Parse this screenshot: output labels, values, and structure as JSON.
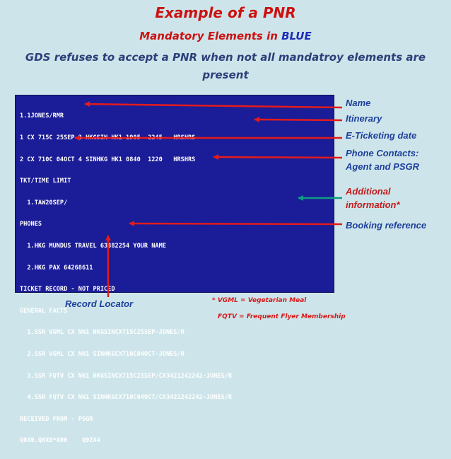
{
  "title": "Example of a PNR",
  "subtitle": {
    "prefix": "Mandatory Elements in ",
    "highlight": "BLUE"
  },
  "refusal_text": "GDS refuses to accept a PNR when not all mandatroy elements are present",
  "terminal": {
    "lines": [
      "1.1JONES/RMR",
      "1 CX 715C 25SEP 2 HKGSIN HK1 1905  2245   HRSHRS",
      "2 CX 710C 04OCT 4 SINHKG HK1 0840  1220   HRSHRS",
      "TKT/TIME LIMIT",
      "  1.TAW20SEP/",
      "PHONES",
      "  1.HKG MUNDUS TRAVEL 63382254 YOUR NAME",
      "  2.HKG PAX 64268611",
      "TICKET RECORD - NOT PRICED",
      "GENERAL FACTS",
      "  1.SSR VGML CX NN1 HKGSINCX715C25SEP-JONES/R",
      "  2.SSR VGML CX NN1 SINHKGCX710C04OCT-JONES/R",
      "  3.SSR FQTV CX NN1 HKGSINCX715C25SEP/CX3421242242-JONES/R",
      "  4.SSR FQTV CX NN1 SINHKGCX710C04OCT/CX3421242242-JONES/R",
      "RECEIVED FROM - PSGR",
      "Q0X0.Q0X0*A00    Q9Z44"
    ]
  },
  "labels": {
    "name": "Name",
    "itinerary": "Itinerary",
    "eticketing": "E-Ticketing date",
    "phone_line1": "Phone Contacts:",
    "phone_line2": "Agent and PSGR",
    "additional_line1": "Additional",
    "additional_line2": "information*",
    "booking": "Booking reference",
    "record_locator": "Record Locator"
  },
  "notes": {
    "vgml": "* VGML = Vegetarian Meal",
    "fqtv": "FQTV = Frequent Flyer Membership"
  },
  "colors": {
    "background": "#cde5ea",
    "terminal": "#1b1c97",
    "red": "#e41b1b",
    "teal": "#129a86",
    "blue_label": "#1f3f9c"
  }
}
